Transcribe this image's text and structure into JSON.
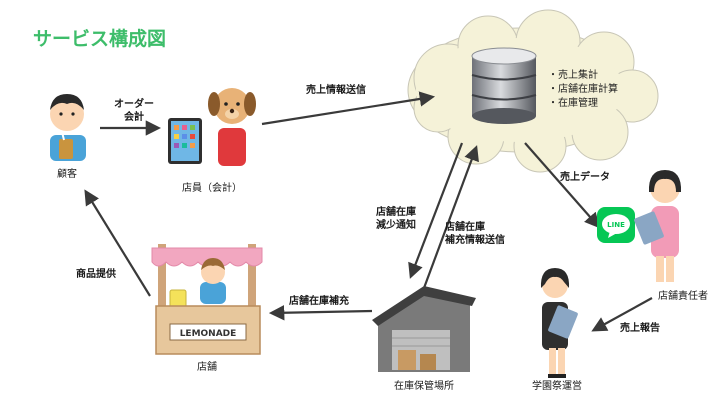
{
  "title": "サービス構成図",
  "nodes": {
    "customer": "顧客",
    "clerk": "店員（会計）",
    "store": "店舗",
    "warehouse": "在庫保管場所",
    "manager": "店舗責任者",
    "committee": "学園祭運営"
  },
  "cloud_features": [
    "・売上集計",
    "・店舗在庫計算",
    "・在庫管理"
  ],
  "edges": {
    "order_line1": "オーダー",
    "order_line2": "会計",
    "sales_info": "売上情報送信",
    "sales_data": "売上データ",
    "stock_low_line1": "店舗在庫",
    "stock_low_line2": "減少通知",
    "restock_info_line1": "店舗在庫",
    "restock_info_line2": "補充情報送信",
    "restock": "店舗在庫補充",
    "product": "商品提供",
    "sales_report": "売上報告"
  },
  "stand_sign": "LEMONADE",
  "line_icon": "LINE",
  "icons": [
    "database-server-icon",
    "tablet-icon",
    "line-app-icon",
    "warehouse-icon",
    "lemonade-stand-icon"
  ],
  "colors": {
    "title": "#3dbd6a",
    "cloud": "#f5f2d8",
    "line_green": "#06c755",
    "arrow": "#3a3a3a"
  }
}
